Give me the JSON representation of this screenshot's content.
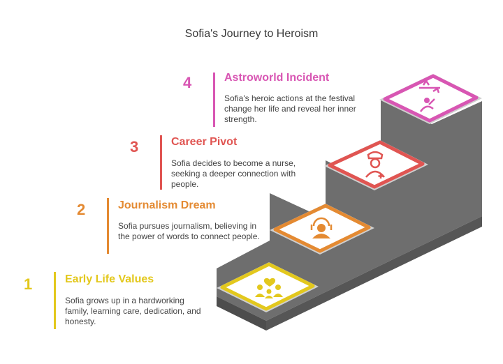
{
  "title": "Sofia's Journey to Heroism",
  "colors": {
    "step1": "#e3c81d",
    "step2": "#e48a32",
    "step3": "#e05552",
    "step4": "#d856b3",
    "stair_front": "#6e6e6e",
    "stair_top": "#d9d9d9"
  },
  "steps": [
    {
      "number": "1",
      "title": "Early Life Values",
      "description": "Sofia grows up in a hardworking family, learning care, dedication, and honesty.",
      "icon": "family-heart-icon"
    },
    {
      "number": "2",
      "title": "Journalism Dream",
      "description": "Sofia pursues journalism, believing in the power of words to connect people.",
      "icon": "journalist-headset-icon"
    },
    {
      "number": "3",
      "title": "Career Pivot",
      "description": "Sofia decides to become a nurse, seeking a deeper connection with people.",
      "icon": "nurse-icon"
    },
    {
      "number": "4",
      "title": "Astroworld Incident",
      "description": "Sofia's heroic actions at the festival change her life and reveal her inner strength.",
      "icon": "hero-rescue-icon"
    }
  ]
}
